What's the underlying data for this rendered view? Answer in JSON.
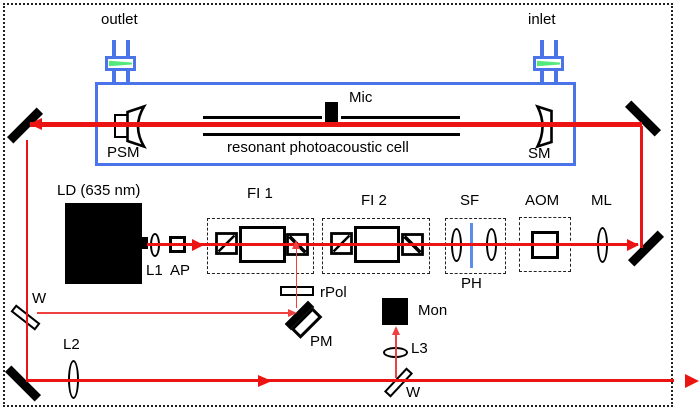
{
  "figure": {
    "type": "optical-setup-schematic",
    "labels": {
      "outlet": "outlet",
      "inlet": "inlet",
      "mic": "Mic",
      "cell": "resonant photoacoustic cell",
      "psm": "PSM",
      "sm": "SM",
      "ld": "LD (635 nm)",
      "l1": "L1",
      "ap": "AP",
      "fi1": "FI 1",
      "fi2": "FI 2",
      "sf": "SF",
      "ph": "PH",
      "aom": "AOM",
      "ml": "ML",
      "w_left": "W",
      "w_bottom": "W",
      "l2": "L2",
      "l3": "L3",
      "rpol": "rPol",
      "pm": "PM",
      "mon": "Mon"
    },
    "colors": {
      "beam_red": "#ec1313",
      "beam_thin_red": "#ef4040",
      "cell_blue": "#4a74e8",
      "pinhole_blue": "#5b8dee",
      "valve_green": "#55e87a",
      "component_black": "#000000",
      "background": "#ffffff"
    }
  }
}
